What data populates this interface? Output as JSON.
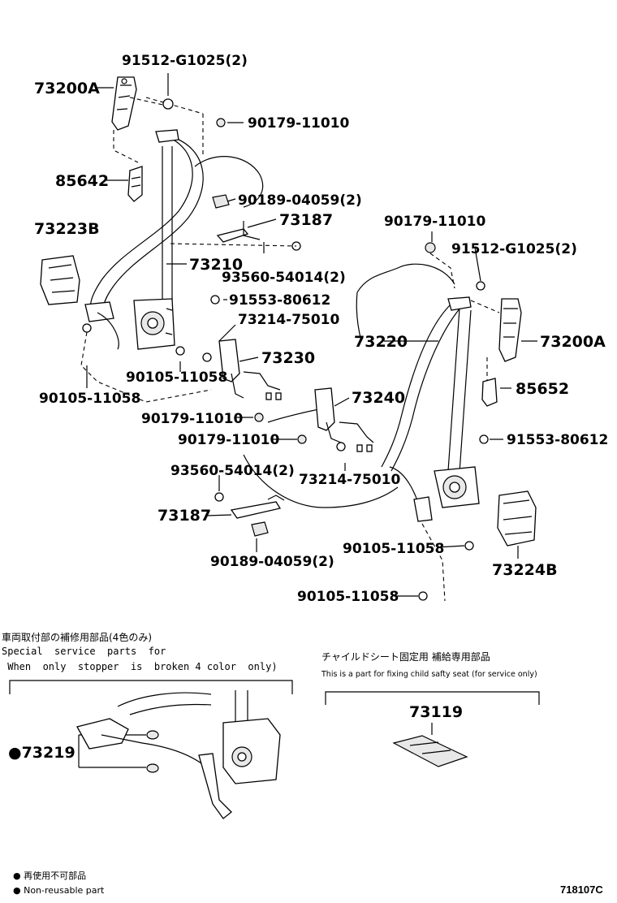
{
  "parts": {
    "p91512_top": "91512-G1025(2)",
    "p73200A_left": "73200A",
    "p90179_top": "90179-11010",
    "p85642": "85642",
    "p90189_top": "90189-04059(2)",
    "p73187_top": "73187",
    "p73223B": "73223B",
    "p73210": "73210",
    "p93560_top": "93560-54014(2)",
    "p91553_left": "91553-80612",
    "p73214_top": "73214-75010",
    "p73230": "73230",
    "p90105_a": "90105-11058",
    "p90105_b": "90105-11058",
    "p90179_right": "90179-11010",
    "p91512_right": "91512-G1025(2)",
    "p73220": "73220",
    "p73200A_right": "73200A",
    "p85652": "85652",
    "p73240": "73240",
    "p90179_mid": "90179-11010",
    "p90179_mid2": "90179-11010",
    "p91553_right": "91553-80612",
    "p93560_bot": "93560-54014(2)",
    "p73214_bot": "73214-75010",
    "p73187_bot": "73187",
    "p90105_c": "90105-11058",
    "p73224B": "73224B",
    "p90189_bot": "90189-04059(2)",
    "p90105_d": "90105-11058"
  },
  "inset_left": {
    "title_jp": "車両取付部の補修用部品(4色のみ)",
    "line1": "Special  service  parts  for",
    "line2": " When  only  stopper  is  broken 4 color  only)",
    "part": "●73219"
  },
  "inset_right": {
    "title_jp": "チャイルドシート固定用 補給専用部品",
    "line1": "This is a part for fixing child safty seat (for service only)",
    "part": "73119"
  },
  "legend": {
    "jp": "● 再使用不可部品",
    "en": "● Non-reusable part"
  },
  "ref_code": "718107C"
}
